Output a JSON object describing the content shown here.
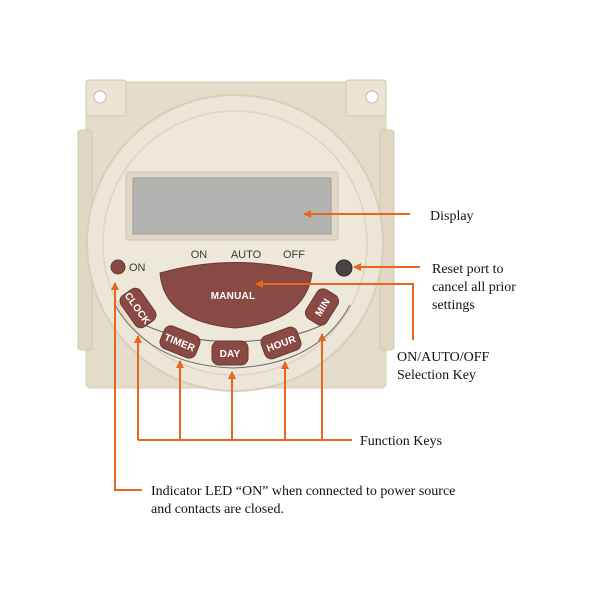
{
  "device": {
    "mode_labels": {
      "on": "ON",
      "auto": "AUTO",
      "off": "OFF"
    },
    "led_label": "ON",
    "manual_label": "MANUAL",
    "keys": {
      "clock": "CLOCK",
      "timer": "TIMER",
      "day": "DAY",
      "hour": "HOUR",
      "min": "MIN"
    }
  },
  "callouts": {
    "display": "Display",
    "reset": [
      "Reset port to",
      "cancel all prior",
      "settings"
    ],
    "selection": [
      "ON/AUTO/OFF",
      "Selection Key"
    ],
    "function_keys": "Function Keys",
    "indicator": [
      "Indicator LED “ON” when connected to power source",
      "and contacts are closed."
    ]
  },
  "colors": {
    "arrow": "#e8671f",
    "body": "#e6decb",
    "button": "#8a4a44",
    "lcd": "#b3b3b1"
  }
}
